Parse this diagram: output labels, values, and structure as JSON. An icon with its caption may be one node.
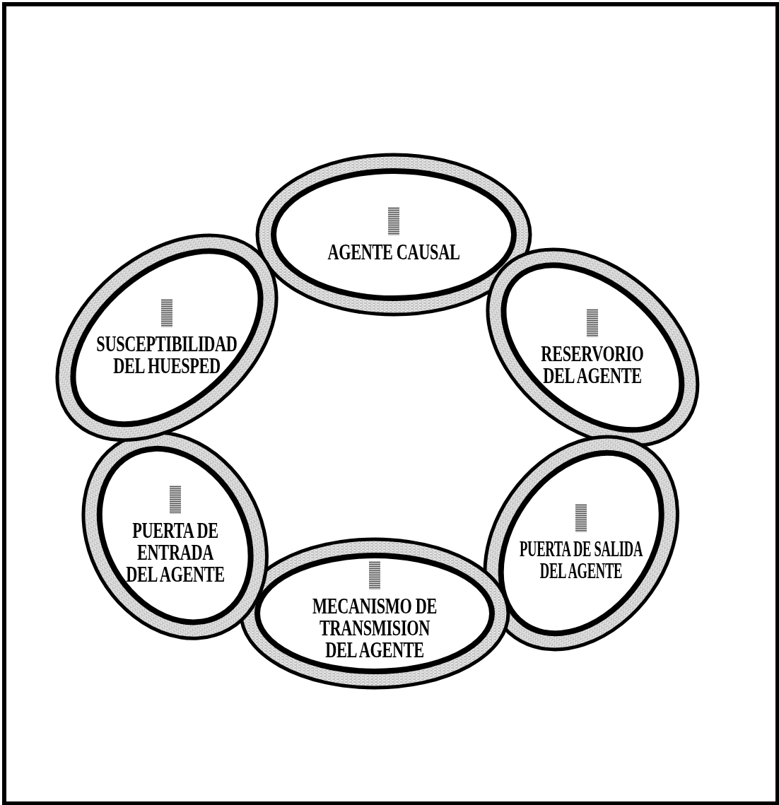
{
  "diagram": {
    "nodes": [
      {
        "text": [
          "AGENTE CAUSAL"
        ]
      },
      {
        "text": [
          "RESERVORIO DEL AGENTE"
        ]
      },
      {
        "text": [
          "PUERTA DE SALIDA DEL AGENTE"
        ]
      },
      {
        "text": [
          "MECANISMO DE TRANSMISION DEL AGENTE"
        ]
      },
      {
        "text": [
          "PUERTA DE ENTRADA DEL AGENTE"
        ]
      },
      {
        "text": [
          "SUSCEPTIBILIDAD DEL HUESPED"
        ]
      }
    ]
  }
}
